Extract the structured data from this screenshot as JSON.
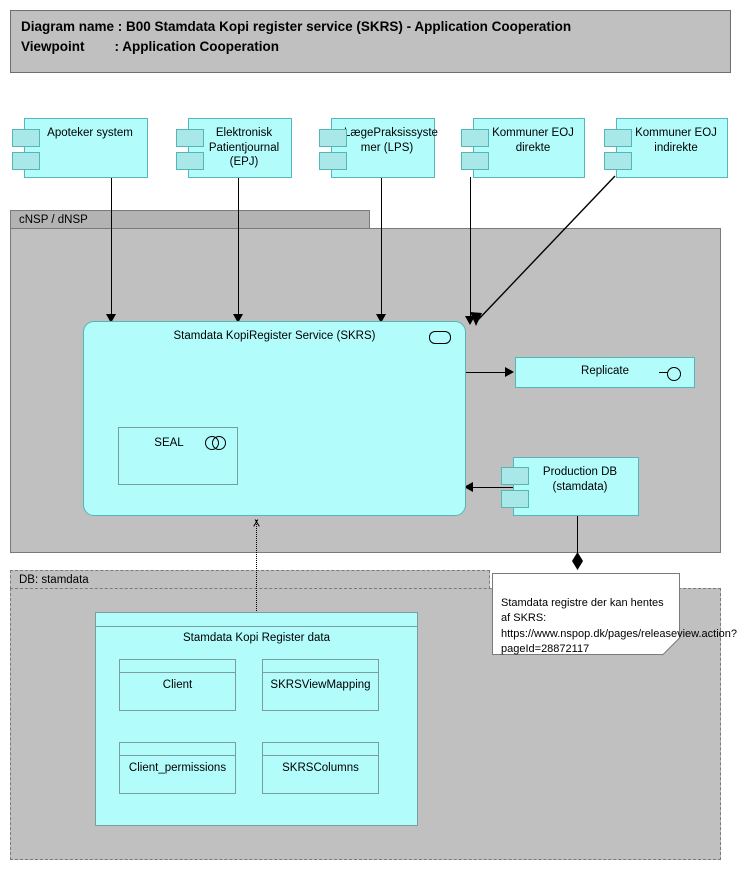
{
  "header": {
    "line1": "Diagram name : B00 Stamdata Kopi register service (SKRS) - Application Cooperation",
    "line2": "Viewpoint        : Application Cooperation"
  },
  "groups": {
    "nsp": {
      "label": "cNSP / dNSP"
    },
    "db": {
      "label": "DB: stamdata"
    }
  },
  "components": [
    {
      "label": "Apoteker system"
    },
    {
      "label": "Elektronisk\nPatientjournal\n(EPJ)"
    },
    {
      "label": "LægePraksissyste\nmer (LPS)"
    },
    {
      "label": "Kommuner EOJ\ndirekte"
    },
    {
      "label": "Kommuner EOJ\nindirekte"
    }
  ],
  "service": {
    "label": "Stamdata KopiRegister Service (SKRS)",
    "icon": "application-service-icon"
  },
  "seal": {
    "label": "SEAL",
    "icon": "application-collaboration-icon"
  },
  "replicate": {
    "label": "Replicate",
    "icon": "application-interface-icon"
  },
  "production_db": {
    "label": "Production DB\n(stamdata)"
  },
  "note": {
    "text": "Stamdata registre der kan hentes af SKRS: https://www.nspop.dk/pages/releaseview.action?pageId=28872117"
  },
  "data_container": {
    "label": "Stamdata Kopi Register data"
  },
  "data_objects": [
    {
      "label": "Client"
    },
    {
      "label": "SKRSViewMapping"
    },
    {
      "label": "Client_permissions"
    },
    {
      "label": "SKRSColumns"
    }
  ],
  "colors": {
    "element_fill": "#b2fcfc",
    "element_border": "#56b6b6",
    "group_fill": "#c0c0c0",
    "group_border": "#7a7a7a",
    "group_tab_fill": "#b3b3b3",
    "note_fill": "#ffffff",
    "line": "#000000"
  }
}
